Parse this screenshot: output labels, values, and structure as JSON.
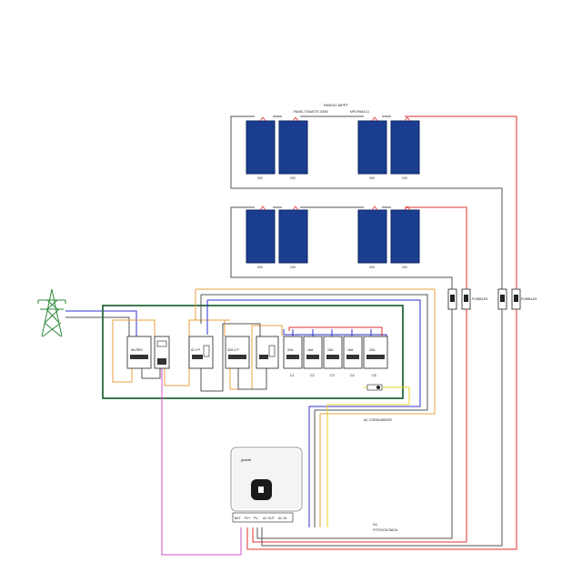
{
  "title": {
    "line1": "RANGO MPPT",
    "line2a": "PANEL TOWATTS 200W",
    "line2b": "MPI-RMA0.11"
  },
  "panels": {
    "row1": [
      "24V",
      "24V",
      "24V",
      "24V"
    ],
    "row2": [
      "24V",
      "24V",
      "24V",
      "24V"
    ]
  },
  "fuses": {
    "left": "FUSIBLES",
    "right": "FUSIBLES"
  },
  "breakers": {
    "main": "5A RED",
    "b2": "ID 2 P",
    "b3": "32A 2 P",
    "circuits": [
      "20A",
      "16A",
      "16A",
      "16A",
      "20A"
    ],
    "circuit_labels": [
      "C1",
      "C2",
      "C3",
      "C4",
      "C5"
    ]
  },
  "labels": {
    "ac": "AC CONSUMIDOR",
    "dc1": "DC",
    "dc2": "FOTOVOLTAICA"
  },
  "inverter": {
    "brand": "growatt",
    "terminals": [
      "BAT",
      "PV+",
      "PV-",
      "AC OUT",
      "AC IN"
    ]
  },
  "colors": {
    "red": "#e03030",
    "grey_wire": "#555555",
    "blue": "#3030d0",
    "orange": "#e8a040",
    "green": "#2a6a3a",
    "yellow": "#e8d020",
    "magenta": "#d050c0",
    "panel_blue": "#1a3d8f"
  }
}
